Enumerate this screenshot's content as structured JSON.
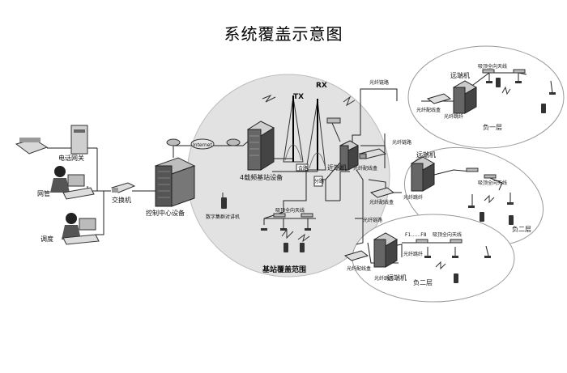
{
  "title": "系统覆盖示意图",
  "labels": {
    "phone_gateway": "电话网关",
    "network_mgmt": "网管",
    "dispatch": "调度",
    "switch": "交换机",
    "control_center": "控制中心设备",
    "internet": "Internet",
    "base_station": "4载频基站设备",
    "tx": "TX",
    "rx": "RX",
    "combiner": "合路",
    "splitter": "分路",
    "digital_radio": "数字集群对讲机",
    "indoor_antenna": "吸顶全向天线",
    "bs_coverage": "基站覆盖范围",
    "near_end": "近端机",
    "fiber_odf_center": "光纤配线盒",
    "fiber_link_top": "光纤链路",
    "fiber_link_mid": "光纤链路",
    "fiber_link_low": "光纤链路",
    "remote_1": "远端机",
    "remote_2": "远端机",
    "remote_3": "远端机",
    "odf_1": "光纤配线盒",
    "odf_2": "光纤配线盒",
    "odf_3": "光纤配线盒",
    "jumper_1": "光纤跳纤",
    "jumper_2": "光纤跳纤",
    "jumper_3": "光纤跳纤",
    "jumper_4": "光纤跳纤",
    "floor_1": "负一层",
    "floor_2a": "负二层",
    "floor_2b": "负二层",
    "ant_r1": "吸顶全向天线",
    "ant_r2": "吸顶全向天线",
    "ant_r3": "吸顶全向天线",
    "f_range": "F1……F8"
  }
}
